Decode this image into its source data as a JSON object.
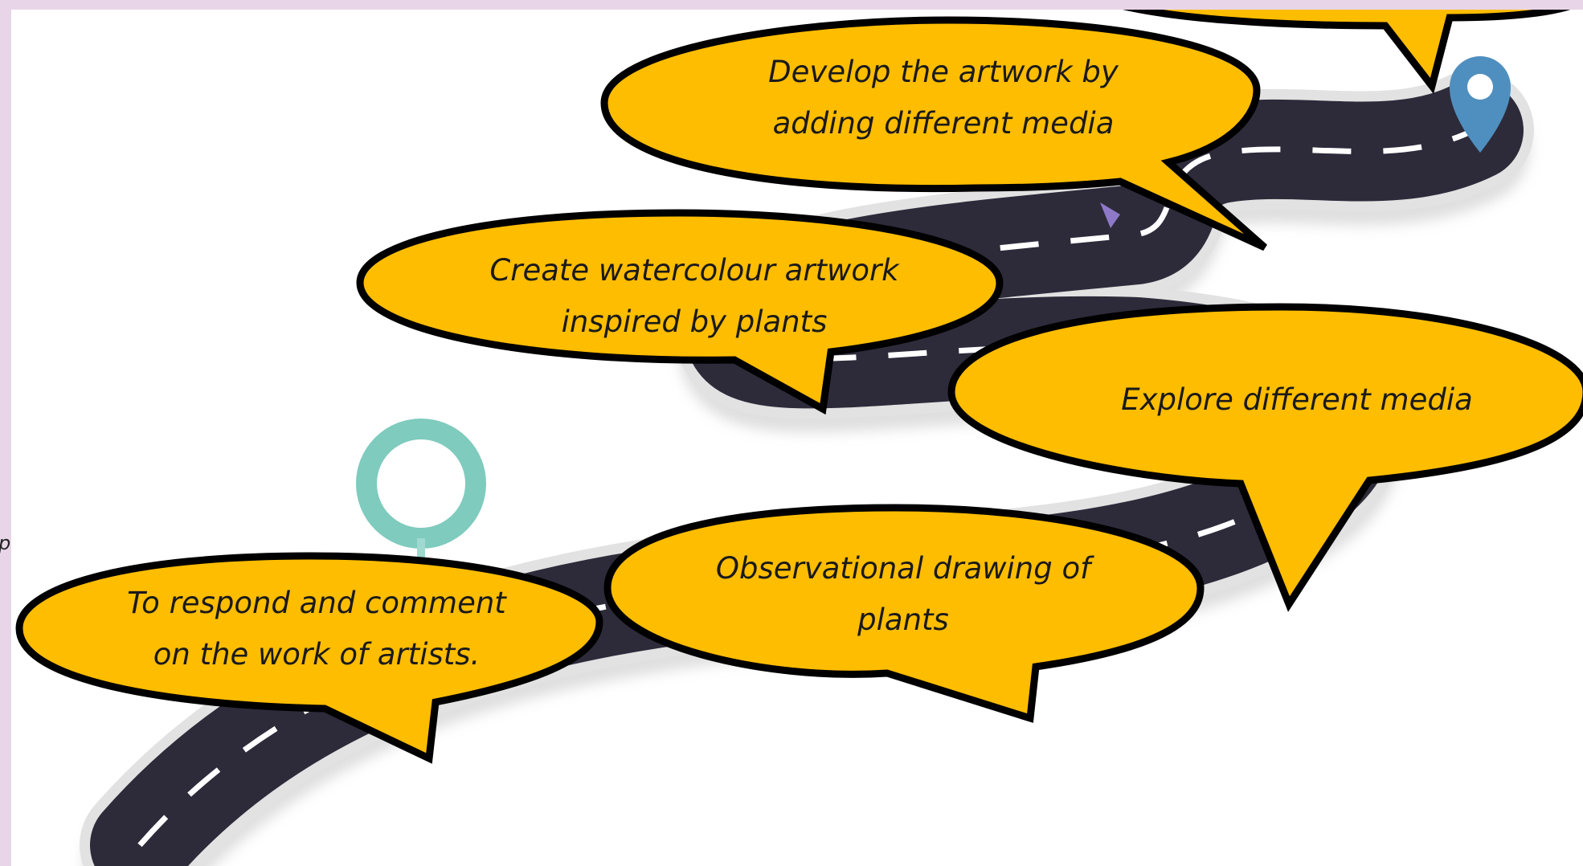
{
  "edge_text": "pe",
  "steps": {
    "develop": {
      "line1": "Develop the artwork by",
      "line2": "adding different media"
    },
    "watercolour": {
      "line1": "Create watercolour artwork",
      "line2": "inspired by plants"
    },
    "explore": {
      "line1": "Explore different media"
    },
    "observational": {
      "line1": "Observational drawing of",
      "line2": "plants"
    },
    "respond": {
      "line1": "To respond and comment",
      "line2": "on the work of artists."
    }
  },
  "colors": {
    "bubble_fill": "#ffbd00",
    "bubble_stroke": "#000000",
    "road": "#2d2b3a",
    "road_edge": "#e2e2e2",
    "lane_marking": "#ffffff",
    "start_marker": "#7fcbbe",
    "end_marker": "#4f8fbf",
    "mid_marker": "#8e79c9",
    "page_border": "#e8d6e8"
  },
  "icons": [
    "start-ring-marker-icon",
    "map-pin-icon",
    "small-pin-icon"
  ]
}
